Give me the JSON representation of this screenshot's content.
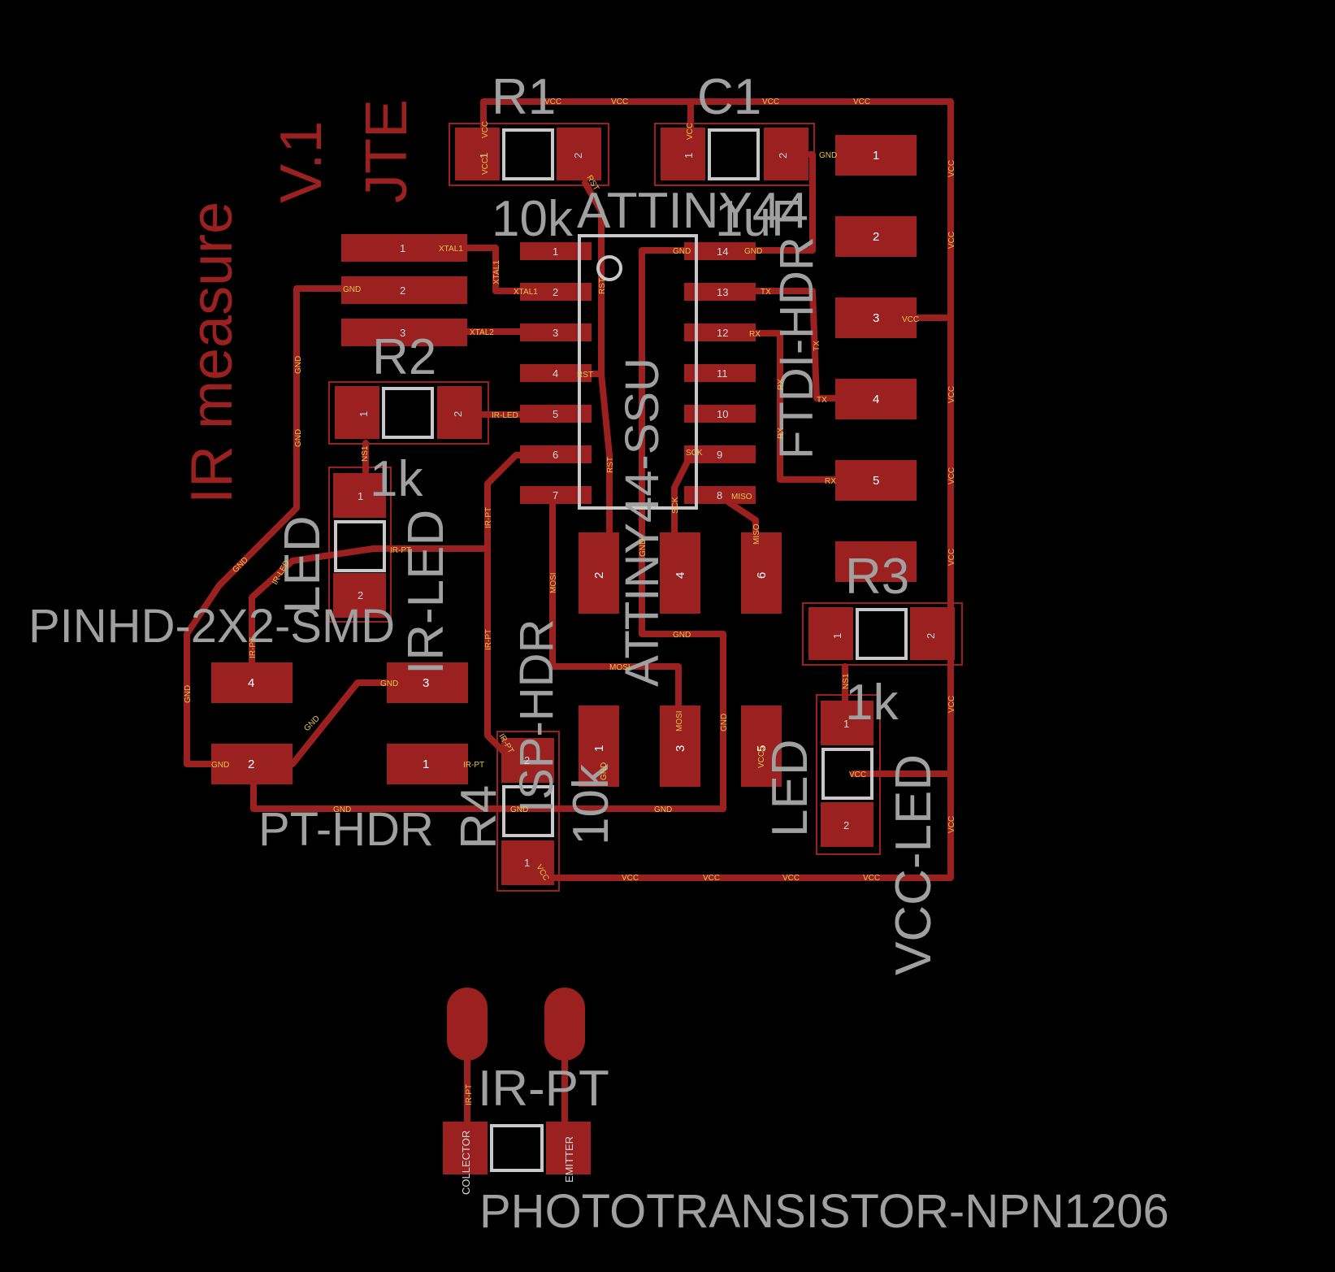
{
  "title": {
    "line1": "IR measure",
    "line2": "V.1",
    "line3": "JTE"
  },
  "components": {
    "r1": {
      "ref": "R1",
      "value": "10k"
    },
    "c1": {
      "ref": "C1",
      "value": "1uF"
    },
    "r2": {
      "ref": "R2",
      "value": "1k"
    },
    "r3": {
      "ref": "R3",
      "value": "1k"
    },
    "r4": {
      "ref": "R4",
      "value": "10k"
    },
    "ic": {
      "ref": "ATTINY44",
      "device": "ATTINY44-SSU"
    },
    "ftdi": {
      "device": "FTDI-HDR"
    },
    "isp": {
      "device": "ISP-HDR"
    },
    "pinhd": {
      "device": "PINHD-2X2-SMD"
    },
    "pt_hdr": {
      "device": "PT-HDR"
    },
    "ir_led": {
      "ref": "IR-LED",
      "value": "LED"
    },
    "vcc_led": {
      "ref": "VCC-LED",
      "value": "LED"
    },
    "ir_pt": {
      "ref": "IR-PT",
      "device": "PHOTOTRANSISTOR-NPN1206",
      "pin_a": "COLLECTOR",
      "pin_b": "EMITTER"
    }
  },
  "pin_numbers": {
    "p1": "1",
    "p2": "2",
    "p3": "3",
    "p4": "4",
    "p5": "5",
    "p6": "6",
    "p7": "7",
    "p8": "8",
    "p9": "9",
    "p10": "10",
    "p11": "11",
    "p12": "12",
    "p13": "13",
    "p14": "14"
  },
  "nets": {
    "vcc": "VCC",
    "vcc1": "VCC1",
    "vcc5": "VCC5",
    "gnd": "GND",
    "xtal1": "XTAL1",
    "xtal2": "XTAL2",
    "rst": "RST",
    "tx": "TX",
    "rx": "RX",
    "ir_led": "IR-LED",
    "ir_pt": "IR-PT",
    "sck": "SCK",
    "miso": "MISO",
    "mosi": "MOSI",
    "ns1": "NS1"
  },
  "colors": {
    "background": "#000000",
    "copper": "#9b2020",
    "silkscreen": "#a0a0a0",
    "net_label": "#e8c84a"
  }
}
